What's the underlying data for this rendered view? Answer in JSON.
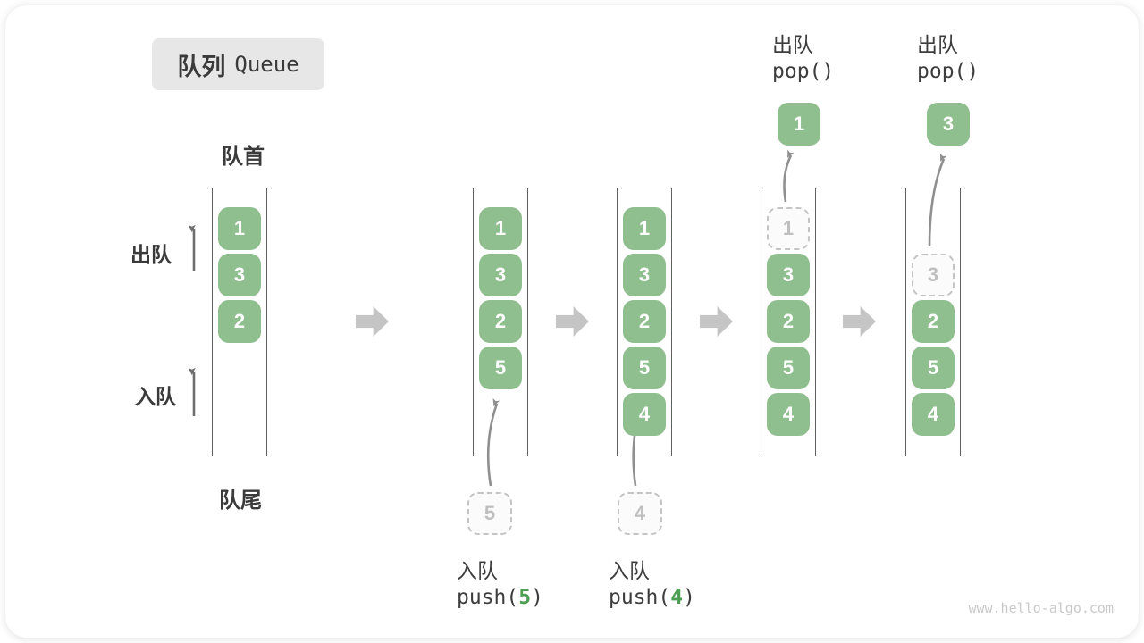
{
  "diagram": {
    "title_zh": "队列",
    "title_en": "Queue",
    "front_label": "队首",
    "rear_label": "队尾",
    "dequeue_side_label": "出队",
    "enqueue_side_label": "入队",
    "watermark": "www.hello-algo.com"
  },
  "colors": {
    "box_green": "#8FBE8F",
    "accent_green": "#4C9E50",
    "dashed_gray": "#C4C4C4",
    "wall_gray": "#606060",
    "block_arrow_gray": "#C5C5C5",
    "text_dark": "#3A3A3A"
  },
  "states": [
    {
      "name": "initial",
      "items": [
        "1",
        "3",
        "2"
      ]
    },
    {
      "name": "after-push-5",
      "items": [
        "1",
        "3",
        "2",
        "5"
      ],
      "incoming_value": "5",
      "op": {
        "action": "入队",
        "fn_open": "push(",
        "arg": "5",
        "fn_close": ")"
      }
    },
    {
      "name": "after-push-4",
      "items": [
        "1",
        "3",
        "2",
        "5",
        "4"
      ],
      "incoming_value": "4",
      "op": {
        "action": "入队",
        "fn_open": "push(",
        "arg": "4",
        "fn_close": ")"
      }
    },
    {
      "name": "after-pop-1",
      "items": [
        "3",
        "2",
        "5",
        "4"
      ],
      "removed_value": "1",
      "popped_value": "1",
      "op": {
        "action": "出队",
        "fn": "pop()"
      }
    },
    {
      "name": "after-pop-3",
      "items": [
        "2",
        "5",
        "4"
      ],
      "removed_value": "3",
      "popped_value": "3",
      "op": {
        "action": "出队",
        "fn": "pop()"
      }
    }
  ]
}
